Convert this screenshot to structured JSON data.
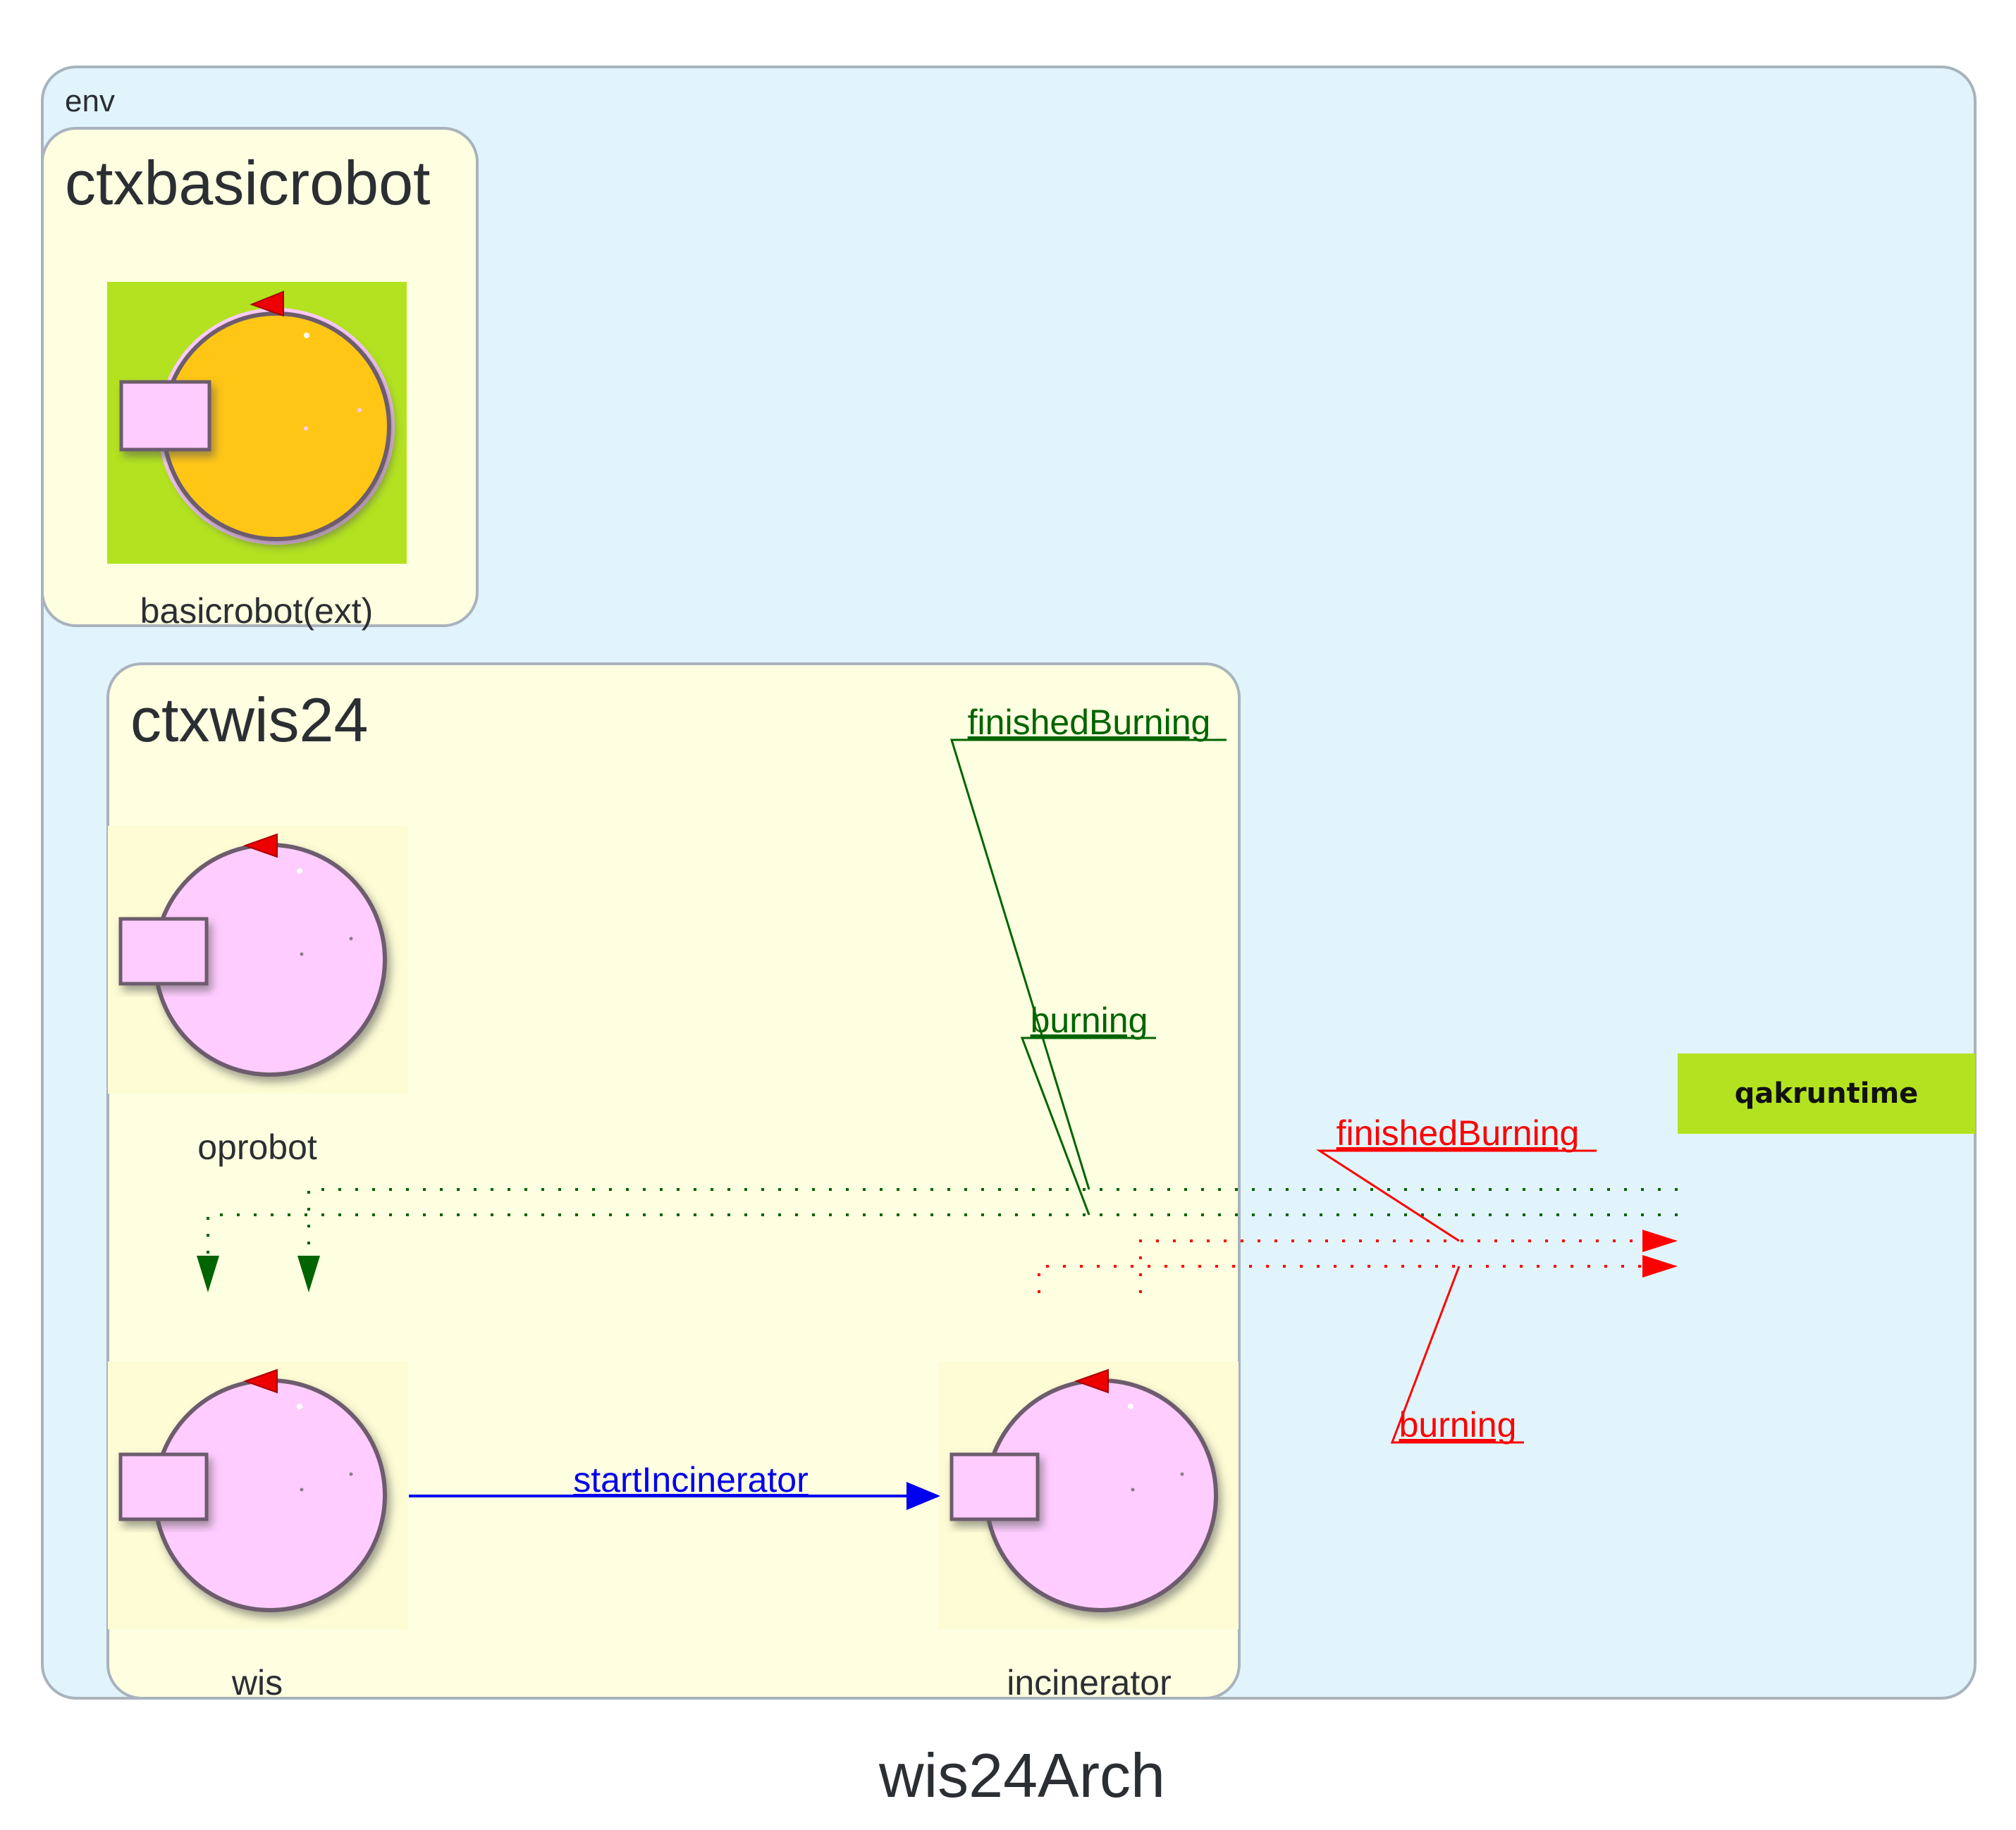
{
  "diagram": {
    "title": "wis24Arch",
    "env_label": "env",
    "contexts": [
      {
        "id": "ctxbasicrobot",
        "label": "ctxbasicrobot"
      },
      {
        "id": "ctxwis24",
        "label": "ctxwis24"
      }
    ],
    "actors": [
      {
        "id": "basicrobot",
        "label": "basicrobot(ext)",
        "icon": "robot-icon-orange",
        "body_color": "#ffc614",
        "bg_color": "#b3e320"
      },
      {
        "id": "oprobot",
        "label": "oprobot",
        "icon": "robot-icon-pink",
        "body_color": "#ffccff",
        "bg_color": "#fdfcd4"
      },
      {
        "id": "wis",
        "label": "wis",
        "icon": "robot-icon-pink",
        "body_color": "#ffccff",
        "bg_color": "#fdfcd4"
      },
      {
        "id": "incinerator",
        "label": "incinerator",
        "icon": "robot-icon-pink",
        "body_color": "#ffccff",
        "bg_color": "#fdfcd4"
      }
    ],
    "runtime": {
      "label": "qakruntime",
      "color": "#b3e320"
    },
    "edges": [
      {
        "id": "e-start",
        "label": "startIncinerator",
        "color": "#0000ee",
        "style": "solid"
      },
      {
        "id": "e-in-fin",
        "label": "finishedBurning",
        "color": "#006400",
        "style": "dotted"
      },
      {
        "id": "e-in-burn",
        "label": "burning",
        "color": "#006400",
        "style": "dotted"
      },
      {
        "id": "e-out-fin",
        "label": "finishedBurning",
        "color": "#ff0000",
        "style": "dotted"
      },
      {
        "id": "e-out-burn",
        "label": "burning",
        "color": "#ff0000",
        "style": "dotted"
      }
    ],
    "colors": {
      "env_fill": "#e1f4fc",
      "context_fill": "#fefee0",
      "cluster_stroke": "#a8b3bd"
    }
  }
}
